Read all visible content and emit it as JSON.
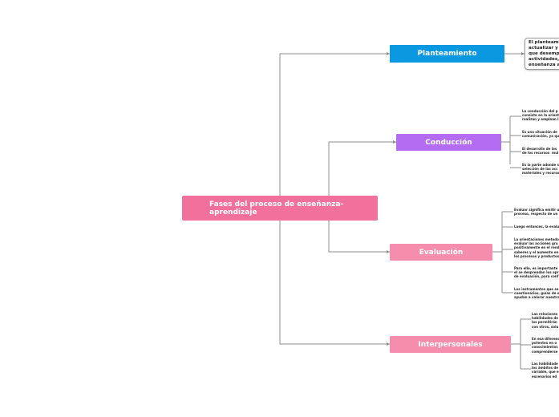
{
  "root": {
    "label": "Fases del proceso de enseñanza-\naprendizaje",
    "color": "#f2709c"
  },
  "branches": [
    {
      "label": "Planteamiento",
      "color": "#0a98e0",
      "callout": "El planteami\nactualizar y s\nque desempe\nactividades, \nenseñanza ap"
    },
    {
      "label": "Conducción",
      "color": "#b36cf2",
      "leaves": [
        "La conducción del p\nconsiste en la orient\nrealizan y emplean l",
        "Es una situación de\ncomunicación, ya qu",
        "El desarrollo de las\nde los recursos  mul",
        "Es la parte adonde s\nselección de las acc\nmateriales y recurso"
      ]
    },
    {
      "label": "Evaluación",
      "color": "#f48eac",
      "leaves": [
        "Evaluar significa emitir u\nproceso, respecto de un",
        "Luego entonces, la evalu",
        "La orientaciones metodo\nevaluar las acciones gru\npositivamente en el rend\nsaberes y el aumento en l\nlos procesos y productos",
        "Para ello, es importante \nel se desprendan los apr\nde evaluación, para conf",
        "Los instrumentos que se \ncuestionarios, guías de o\nayudan a valorar nuestra"
      ]
    },
    {
      "label": "Interpersonales",
      "color": "#f48eac",
      "leaves": [
        "Las relaciones\nhabilidades de\nlos permitirán\ncon otros, solu",
        "En esa diferenc\npotentes en o\nconocimientos\ncomprenderse",
        "Las habilidade\nlos ámbitos de\nvariable, que e\nescenarios ed"
      ]
    }
  ]
}
